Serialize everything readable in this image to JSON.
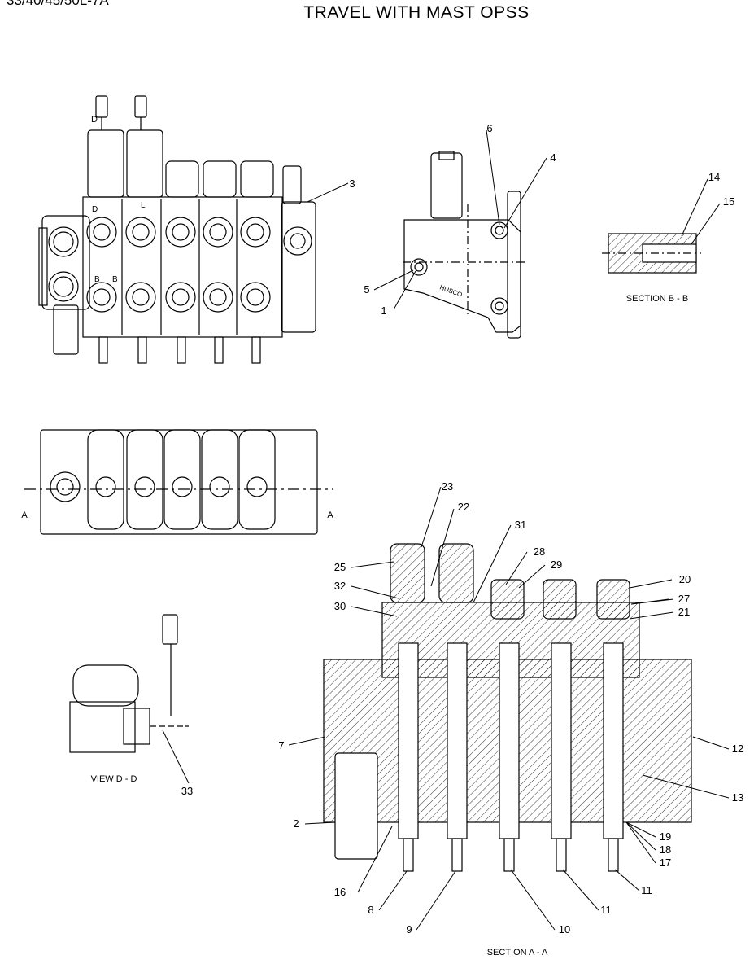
{
  "header": {
    "model": "33/40/45/50L-7A",
    "title": "TRAVEL WITH MAST OPSS"
  },
  "captions": {
    "section_bb": "SECTION B - B",
    "view_dd": "VIEW D - D",
    "section_aa": "SECTION A - A"
  },
  "view_marks": {
    "a": "A",
    "b": "B",
    "d": "D",
    "l": "L"
  },
  "body_text": "HUSCO",
  "callouts": [
    "1",
    "2",
    "3",
    "4",
    "5",
    "6",
    "7",
    "8",
    "9",
    "10",
    "11",
    "11",
    "11",
    "12",
    "13",
    "14",
    "15",
    "16",
    "17",
    "18",
    "19",
    "20",
    "21",
    "22",
    "23",
    "25",
    "27",
    "28",
    "29",
    "30",
    "31",
    "32",
    "33"
  ]
}
